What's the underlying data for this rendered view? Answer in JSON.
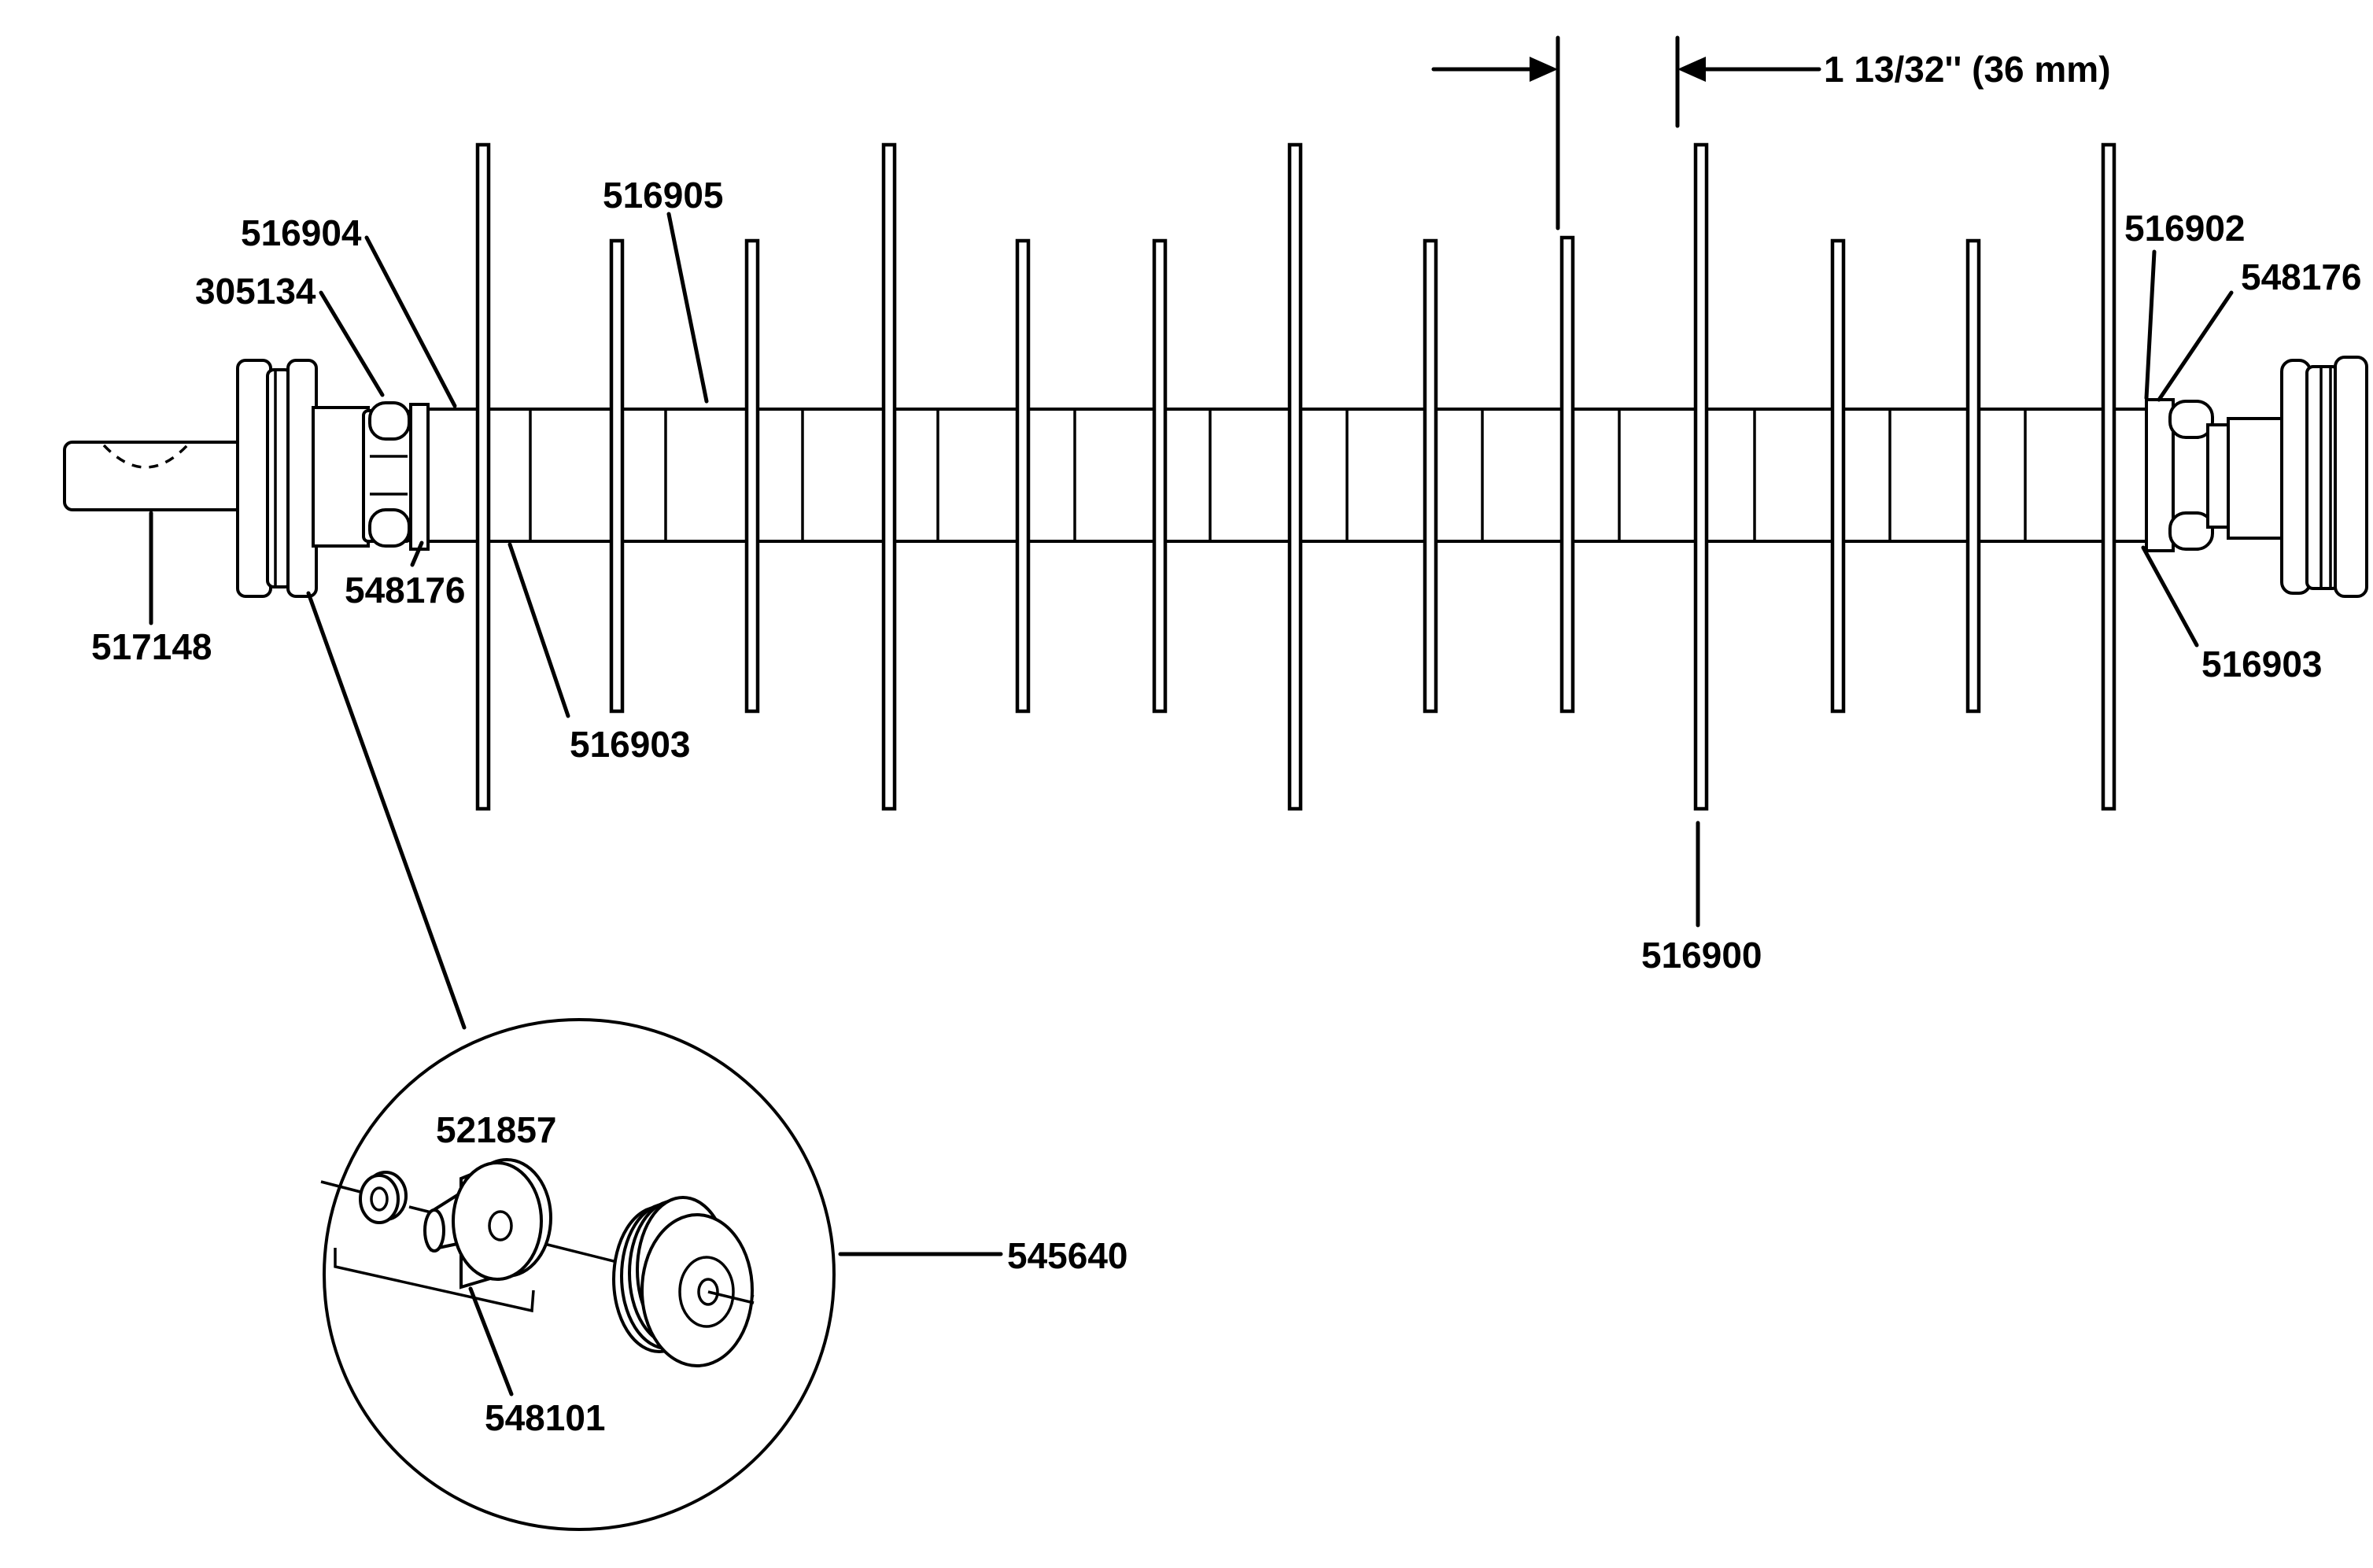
{
  "diagram": {
    "part_labels": {
      "p516904": "516904",
      "p305134": "305134",
      "p516905": "516905",
      "p548176_left": "548176",
      "p517148": "517148",
      "p516903_left": "516903",
      "p516902": "516902",
      "p548176_right": "548176",
      "p516903_right": "516903",
      "p516900": "516900",
      "p521857": "521857",
      "p545640": "545640",
      "p548101": "548101"
    },
    "dimension": {
      "spacing_label": "1 13/32'' (36 mm)"
    }
  }
}
